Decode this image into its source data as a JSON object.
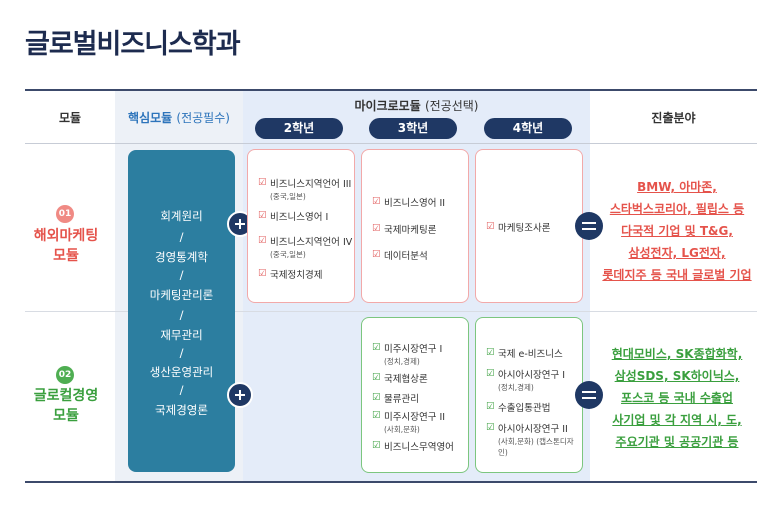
{
  "title": "글로벌비즈니스학과",
  "header": {
    "module": "모듈",
    "core_main": "핵심모듈",
    "core_sub": "(전공필수)",
    "micro_main": "마이크로모듈",
    "micro_sub": "(전공선택)",
    "career": "진출분야",
    "years": [
      "2학년",
      "3학년",
      "4학년"
    ]
  },
  "modules": [
    {
      "num": "01",
      "name_line1": "해외마케팅",
      "name_line2": "모듈",
      "color": "#e5534b"
    },
    {
      "num": "02",
      "name_line1": "글로컬경영",
      "name_line2": "모듈",
      "color": "#3a9f3e"
    }
  ],
  "core_items": [
    "회계원리",
    "/",
    "경영통계학",
    "/",
    "마케팅관리론",
    "/",
    "재무관리",
    "/",
    "생산운영관리",
    "/",
    "국제경영론"
  ],
  "marketing": {
    "year2": [
      {
        "label": "비즈니스지역언어 III",
        "note": "(중국,일본)"
      },
      {
        "label": "비즈니스영어 I",
        "note": ""
      },
      {
        "label": "비즈니스지역언어 IV",
        "note": "(중국,일본)"
      },
      {
        "label": "국제정치경제",
        "note": ""
      }
    ],
    "year3": [
      {
        "label": "비즈니스영어 II",
        "note": ""
      },
      {
        "label": "국제마케팅론",
        "note": ""
      },
      {
        "label": "데이터분석",
        "note": ""
      }
    ],
    "year4": [
      {
        "label": "마케팅조사론",
        "note": ""
      }
    ],
    "career": [
      "BMW, 아마존,",
      "스타벅스코리아, 필립스 등",
      "다국적 기업 및 T&G,",
      "삼성전자, LG전자,",
      "롯데지주 등 국내 글로벌 기업"
    ]
  },
  "glocal": {
    "year3": [
      {
        "label": "미주시장연구 I",
        "note": "(정치,경제)"
      },
      {
        "label": "국제협상론",
        "note": ""
      },
      {
        "label": "물류관리",
        "note": ""
      },
      {
        "label": "미주시장연구 II",
        "note": "(사회,문화)"
      },
      {
        "label": "비즈니스무역영어",
        "note": ""
      }
    ],
    "year4": [
      {
        "label": "국제 e-비즈니스",
        "note": ""
      },
      {
        "label": "아시아시장연구 I",
        "note": "(정치,경제)"
      },
      {
        "label": "수출입통관법",
        "note": ""
      },
      {
        "label": "아시아시장연구 II",
        "note": "(사회,문화) (캡스톤디자인)"
      }
    ],
    "career": [
      "현대모비스, SK종합화학,",
      "삼성SDS, SK하이닉스,",
      "포스코 등 국내 수출업",
      "사기업 및 각 지역 시, 도,",
      "주요기관 및 공공기관 등"
    ]
  },
  "colors": {
    "navy": "#1f3864",
    "teal": "#2c7ea0",
    "red": "#e5534b",
    "green": "#3a9f3e"
  }
}
